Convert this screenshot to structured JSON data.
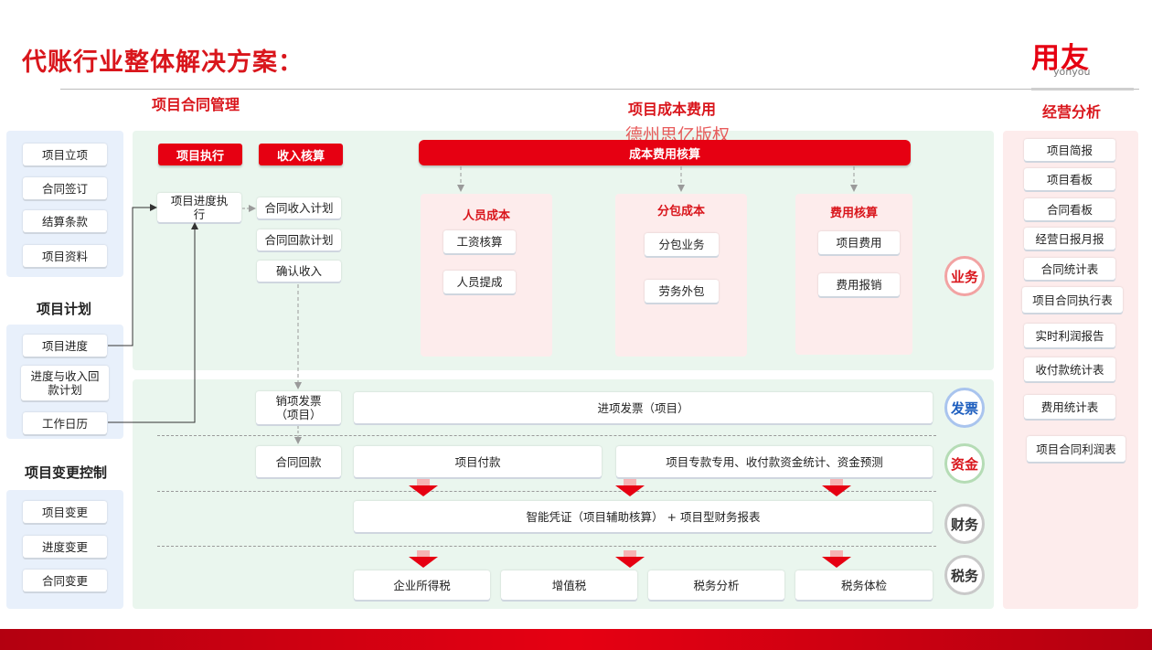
{
  "title": "代账行业整体解决方案：",
  "logo": {
    "main": "用友",
    "sub": "yonyou"
  },
  "watermark": "德州思亿版权",
  "sections": {
    "contract_mgmt": "项目合同管理",
    "cost": "项目成本费用",
    "analysis": "经营分析",
    "plan": "项目计划",
    "change": "项目变更控制"
  },
  "left": {
    "contract_items": [
      "项目立项",
      "合同签订",
      "结算条款",
      "项目资料"
    ],
    "plan_items": [
      "项目进度",
      "进度与收入回款计划",
      "工作日历"
    ],
    "change_items": [
      "项目变更",
      "进度变更",
      "合同变更"
    ]
  },
  "business": {
    "exec_label": "项目执行",
    "revenue_label": "收入核算",
    "progress_exec": "项目进度执行",
    "revenue_items": [
      "合同收入计划",
      "合同回款计划",
      "确认收入"
    ],
    "cost_header": "成本费用核算",
    "people": {
      "title": "人员成本",
      "items": [
        "工资核算",
        "人员提成"
      ]
    },
    "sub": {
      "title": "分包成本",
      "items": [
        "分包业务",
        "劳务外包"
      ]
    },
    "fee": {
      "title": "费用核算",
      "items": [
        "项目费用",
        "费用报销"
      ]
    }
  },
  "lower": {
    "sales_invoice": "销项发票（项目）",
    "purchase_invoice": "进项发票（项目）",
    "contract_collection": "合同回款",
    "project_payment": "项目付款",
    "special_funds": "项目专款专用、收付款资金统计、资金预测",
    "voucher": "智能凭证（项目辅助核算） + 项目型财务报表",
    "tax_items": [
      "企业所得税",
      "增值税",
      "税务分析",
      "税务体检"
    ]
  },
  "circles": {
    "business": "业务",
    "invoice": "发票",
    "funds": "资金",
    "finance": "财务",
    "tax": "税务"
  },
  "reports": [
    "项目简报",
    "项目看板",
    "合同看板",
    "经营日报月报",
    "合同统计表",
    "项目合同执行表",
    "实时利润报告",
    "收付款统计表",
    "费用统计表",
    "项目合同利润表"
  ],
  "colors": {
    "accent": "#e60012",
    "title": "#d9161c"
  }
}
